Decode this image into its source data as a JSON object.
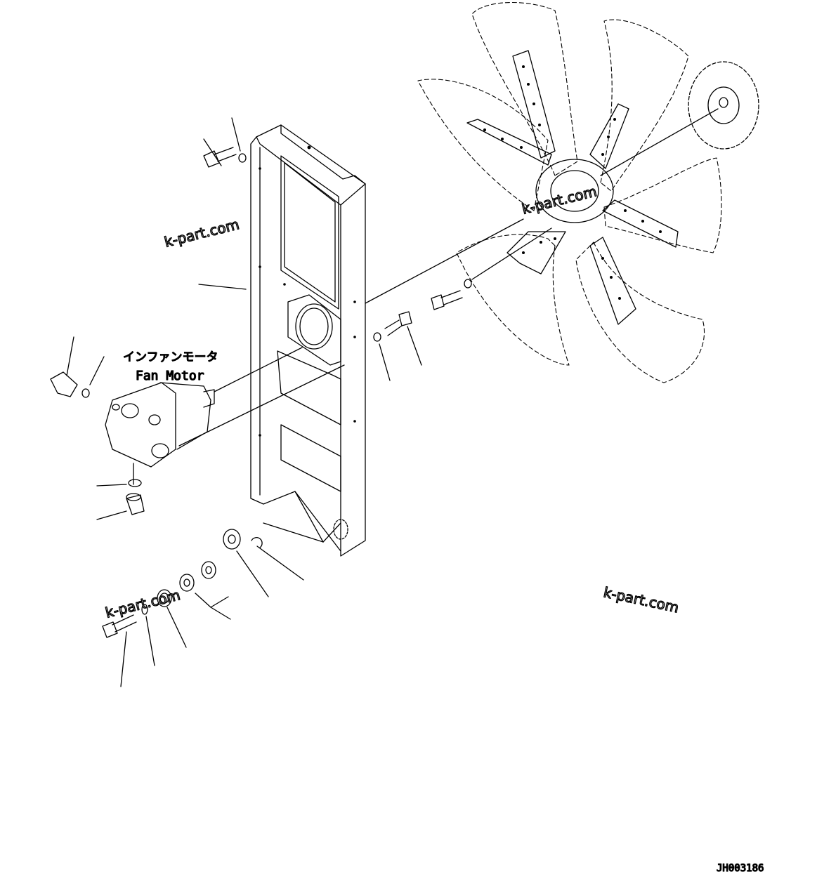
{
  "diagram": {
    "part_label_jp": "インファンモータ",
    "part_label_en": "Fan Motor",
    "drawing_code": "JH003186",
    "watermarks": [
      "k-part.com",
      "k-part.com",
      "k-part.com",
      "k-part.com"
    ]
  }
}
